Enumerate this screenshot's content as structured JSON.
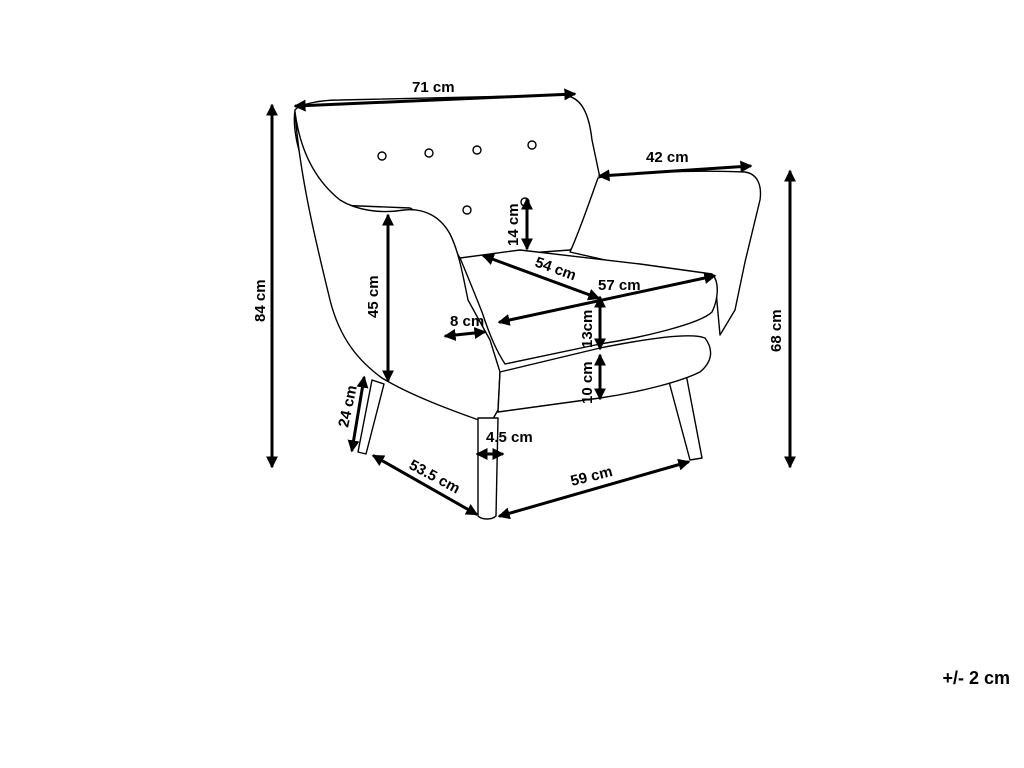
{
  "dimensions": {
    "total_width": "71 cm",
    "total_height": "84 cm",
    "arm_depth": "42 cm",
    "arm_height": "68 cm",
    "backrest_height_above_seat": "14 cm",
    "seat_height": "45 cm",
    "seat_depth": "54 cm",
    "seat_width": "57 cm",
    "armrest_width": "8 cm",
    "cushion_thickness": "13cm",
    "seat_base_thickness": "10 cm",
    "leg_height": "24 cm",
    "leg_width": "4.5 cm",
    "leg_span_side": "53.5 cm",
    "leg_span_front": "59 cm"
  },
  "tolerance": "+/- 2 cm"
}
